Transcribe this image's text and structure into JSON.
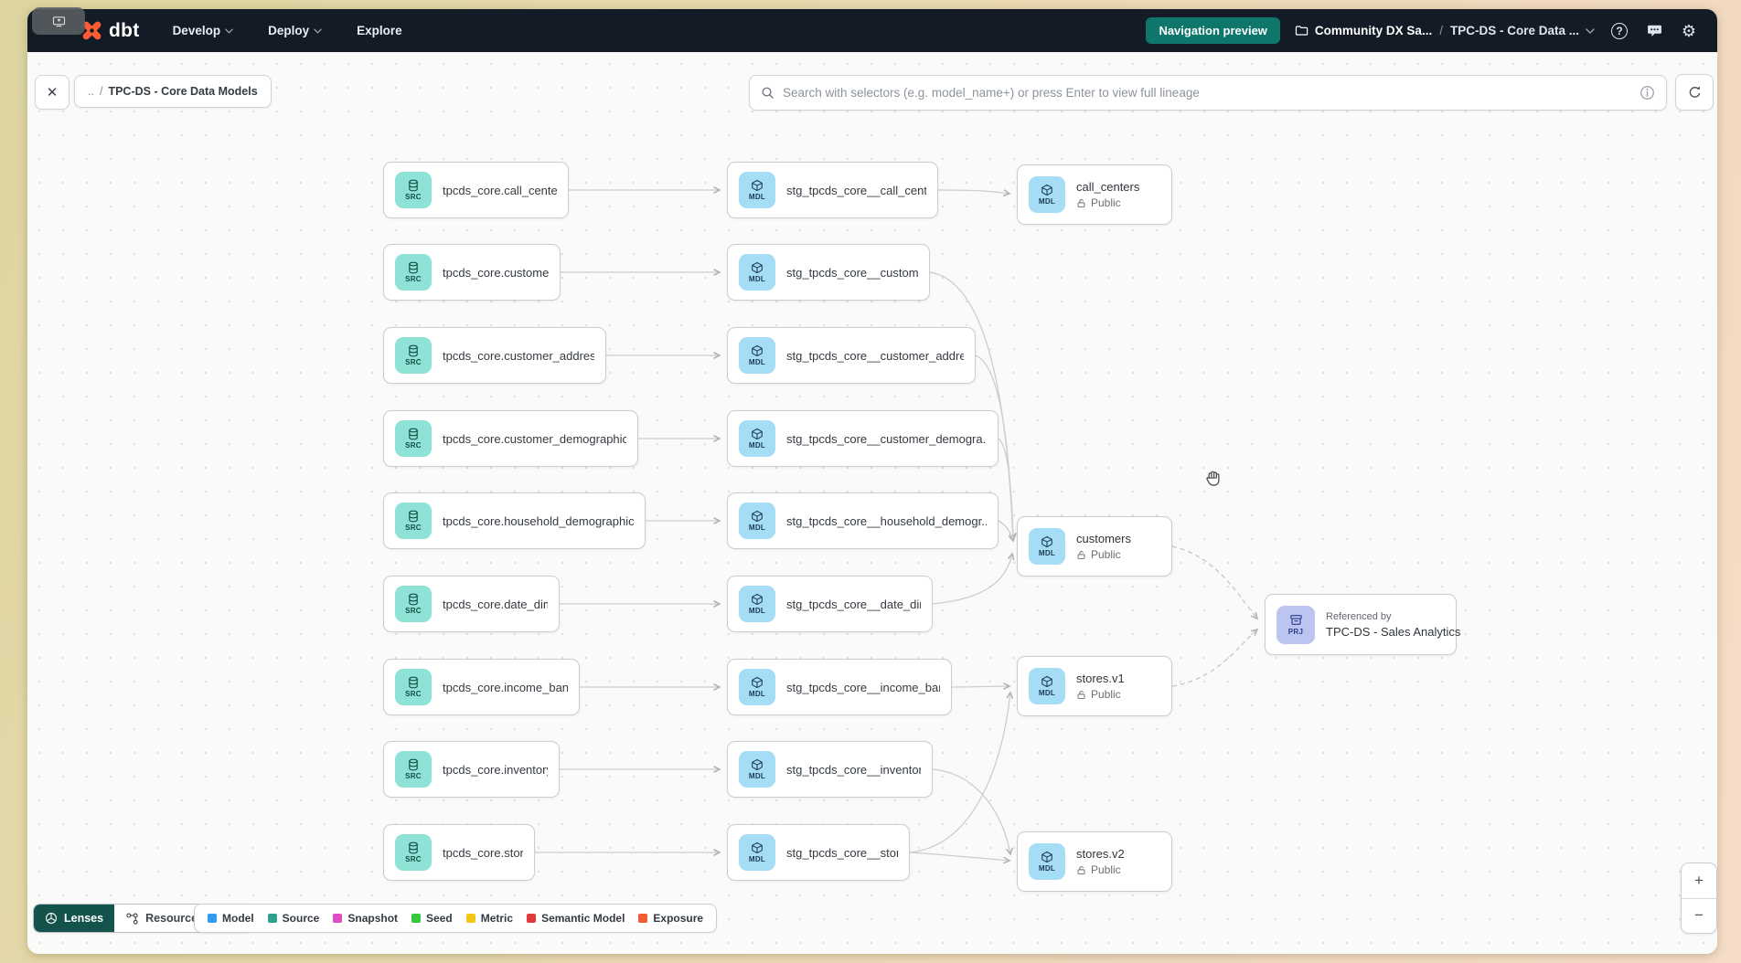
{
  "navbar": {
    "logo": "dbt",
    "menus": [
      "Develop",
      "Deploy",
      "Explore"
    ],
    "preview_button": "Navigation preview",
    "account": "Community DX Sa...",
    "separator": "/",
    "project": "TPC-DS - Core Data ...",
    "help_glyph": "?",
    "gear_glyph": "⚙"
  },
  "toolbar": {
    "close_glyph": "✕",
    "breadcrumb_prefix": "..",
    "breadcrumb_separator": "/",
    "breadcrumb_label": "TPC-DS - Core Data Models",
    "search_placeholder": "Search with selectors (e.g. model_name+) or press Enter to view full lineage"
  },
  "graph": {
    "sources": [
      {
        "badge": "SRC",
        "label": "tpcds_core.call_center"
      },
      {
        "badge": "SRC",
        "label": "tpcds_core.customer"
      },
      {
        "badge": "SRC",
        "label": "tpcds_core.customer_address"
      },
      {
        "badge": "SRC",
        "label": "tpcds_core.customer_demographics"
      },
      {
        "badge": "SRC",
        "label": "tpcds_core.household_demographics"
      },
      {
        "badge": "SRC",
        "label": "tpcds_core.date_dim"
      },
      {
        "badge": "SRC",
        "label": "tpcds_core.income_band"
      },
      {
        "badge": "SRC",
        "label": "tpcds_core.inventory"
      },
      {
        "badge": "SRC",
        "label": "tpcds_core.store"
      }
    ],
    "stagings": [
      {
        "badge": "MDL",
        "label": "stg_tpcds_core__call_center"
      },
      {
        "badge": "MDL",
        "label": "stg_tpcds_core__customer"
      },
      {
        "badge": "MDL",
        "label": "stg_tpcds_core__customer_address"
      },
      {
        "badge": "MDL",
        "label": "stg_tpcds_core__customer_demogra..."
      },
      {
        "badge": "MDL",
        "label": "stg_tpcds_core__household_demogr..."
      },
      {
        "badge": "MDL",
        "label": "stg_tpcds_core__date_dim"
      },
      {
        "badge": "MDL",
        "label": "stg_tpcds_core__income_band"
      },
      {
        "badge": "MDL",
        "label": "stg_tpcds_core__inventory"
      },
      {
        "badge": "MDL",
        "label": "stg_tpcds_core__store"
      }
    ],
    "publics": [
      {
        "badge": "MDL",
        "title": "call_centers",
        "access": "Public"
      },
      {
        "badge": "MDL",
        "title": "customers",
        "access": "Public"
      },
      {
        "badge": "MDL",
        "title": "stores.v1",
        "access": "Public"
      },
      {
        "badge": "MDL",
        "title": "stores.v2",
        "access": "Public"
      }
    ],
    "project_ref": {
      "badge": "PRJ",
      "caption": "Referenced by",
      "title": "TPC-DS - Sales Analytics"
    }
  },
  "footer": {
    "lenses_label": "Lenses",
    "resource_type_label": "Resource type",
    "legend": [
      {
        "label": "Model",
        "color": "#2e9cf2"
      },
      {
        "label": "Source",
        "color": "#2aa08d"
      },
      {
        "label": "Snapshot",
        "color": "#e14cc3"
      },
      {
        "label": "Seed",
        "color": "#36c93f"
      },
      {
        "label": "Metric",
        "color": "#f3c515"
      },
      {
        "label": "Semantic Model",
        "color": "#e13c3c"
      },
      {
        "label": "Exposure",
        "color": "#f25c35"
      }
    ]
  },
  "zoom_controls": {
    "zoom_in": "+",
    "zoom_out": "−"
  },
  "colors": {
    "navbar_bg": "#131b27",
    "accent_teal": "#0e766b",
    "src_badge": "#8ee3d6",
    "mdl_badge": "#a5ddf6",
    "prj_badge": "#bcc5f2"
  }
}
